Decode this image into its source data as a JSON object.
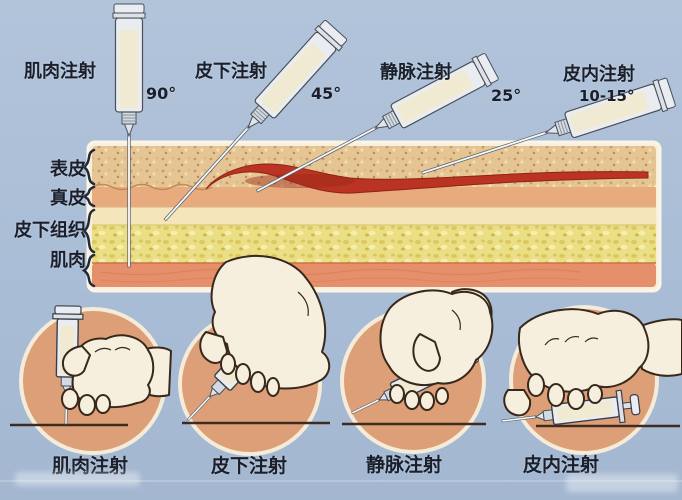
{
  "injections": [
    {
      "label": "肌肉注射",
      "angle": "90°"
    },
    {
      "label": "皮下注射",
      "angle": "45°"
    },
    {
      "label": "静脉注射",
      "angle": "25°"
    },
    {
      "label": "皮内注射",
      "angle": "10-15°"
    }
  ],
  "skin_layers": [
    {
      "label": "表皮"
    },
    {
      "label": "真皮"
    },
    {
      "label": "皮下组织"
    },
    {
      "label": "肌肉"
    }
  ],
  "bottom_labels": [
    "肌肉注射",
    "皮下注射",
    "静脉注射",
    "皮内注射"
  ],
  "colors": {
    "background": "#a9bdd6",
    "text": "#1a1f2b",
    "epidermis": "#e5c593",
    "dermis": "#e7ab7e",
    "vessel_red": "#bb3322",
    "subcutaneous_fat": "#ebdf86",
    "muscle": "#e58f6b",
    "circle_fill": "#dd9f78",
    "circle_border": "#f4ecd9",
    "hand": "#f6efdd",
    "syringe_body": "#e9edf2"
  }
}
